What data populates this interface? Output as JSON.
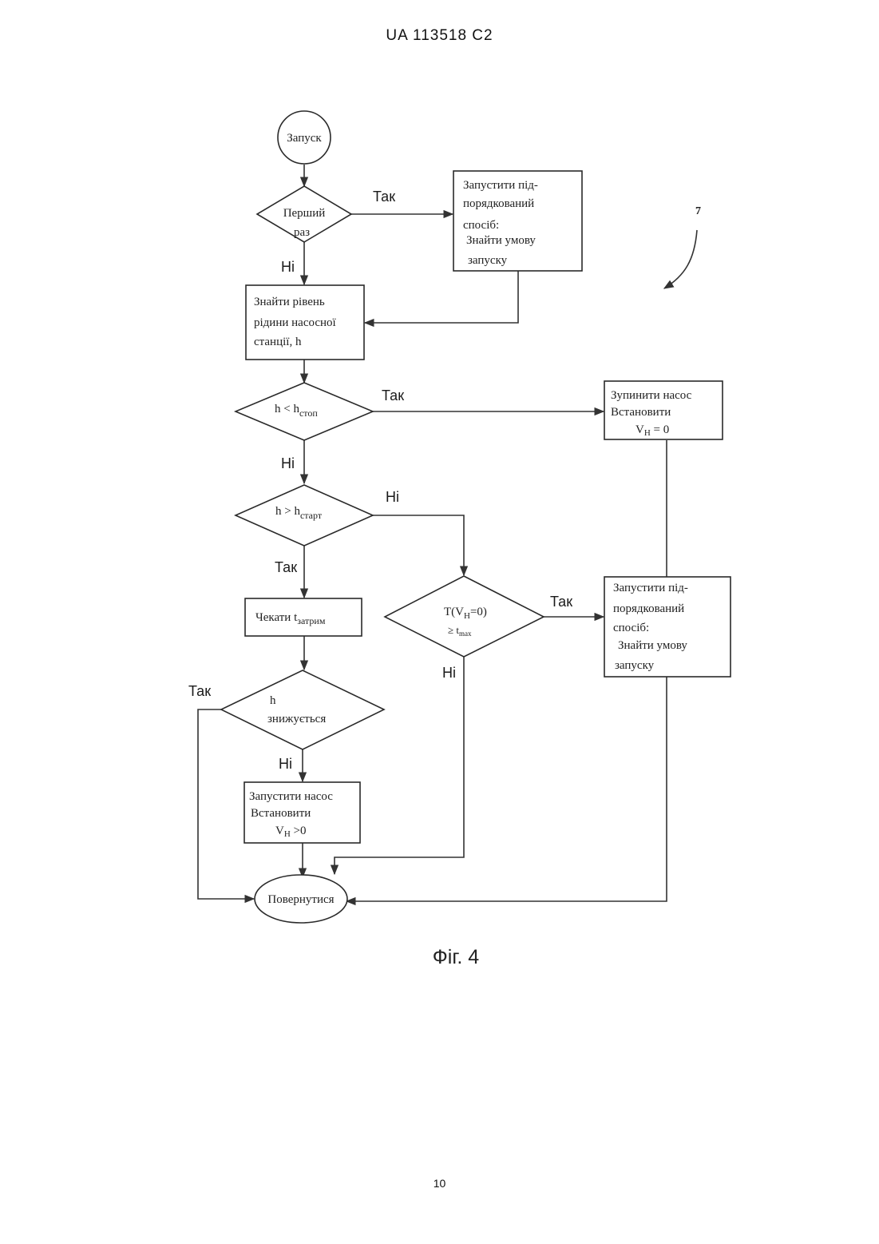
{
  "header": {
    "patent_number": "UA   113518   C2"
  },
  "footer": {
    "page_number": "10"
  },
  "figure": {
    "caption": "Фіг. 4",
    "reference_numeral": "7",
    "nodes": {
      "start": [
        "Запуск"
      ],
      "first_time": [
        "Перший",
        "раз"
      ],
      "run_subroutine_1": [
        "Запустити під-",
        "порядкований",
        "спосіб:",
        "Знайти умову",
        "запуску"
      ],
      "find_level": [
        "Знайти рівень",
        "рідини насосної",
        "станції, h"
      ],
      "cond_stop": {
        "text": "h < h",
        "sub": "стоп"
      },
      "stop_pump": [
        "Зупинити насос",
        "Встановити"
      ],
      "stop_pump_vh": {
        "text": "V",
        "sub": "H",
        "tail": " = 0"
      },
      "cond_start": {
        "text": "h > h",
        "sub": "старт"
      },
      "wait": {
        "text": "Чекати  t",
        "sub": "затрим"
      },
      "cond_timer": {
        "line1": "T(V",
        "sub1": "H",
        "line1b": "=0)",
        "line2": "≥ t",
        "sub2": "max"
      },
      "run_subroutine_2": [
        "Запустити під-",
        "порядкований",
        "спосіб:",
        "Знайти умову",
        "запуску"
      ],
      "cond_decrease": [
        "h",
        "знижується"
      ],
      "start_pump": [
        "Запустити насос",
        "Встановити"
      ],
      "start_pump_vh": {
        "text": "V",
        "sub": "H",
        "tail": " >0"
      },
      "return": [
        "Повернутися"
      ]
    },
    "edge_labels": {
      "first_yes": "Так",
      "first_no": "Ні",
      "stop_yes": "Так",
      "stop_no": "Ні",
      "start_no": "Ні",
      "start_yes": "Так",
      "timer_yes": "Так",
      "timer_no": "Ні",
      "decrease_yes": "Так",
      "decrease_no": "Ні"
    }
  }
}
